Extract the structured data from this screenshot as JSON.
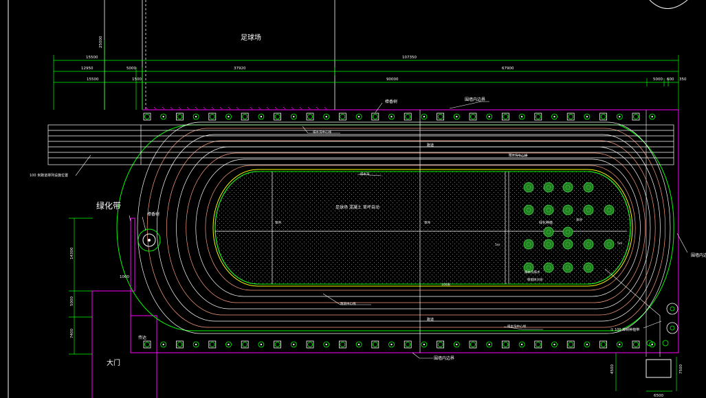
{
  "labels": {
    "football_field": "足球场",
    "greenbelt": "绿化带",
    "main_gate": "大门",
    "pine_tree": "樟香树",
    "wall_top": "围墙内边界",
    "wall_bottom": "围墙内边界",
    "wall_right": "围墙内边",
    "track_top": "跑道",
    "track_bottom": "跑道",
    "field_center": "足球场 混凝土 草坪自动",
    "planting": "绿化种植",
    "big_tree": "保留树大树",
    "straight_track": "100 米跑道排列设施位置",
    "guard": "传达",
    "tree_count": "① 100 樟树种植带",
    "small_label_1": "排水沟中心线",
    "small_label_2": "跑道中心线",
    "small_label_3": "排水沟",
    "small_label_4": "排水沟中心线",
    "small_label_5": "排水沟中心线",
    "small_label_6": "草坪",
    "small_label_7": "草坪",
    "small_label_8": "草坪",
    "small_label_9": "100米",
    "small_label_10": "排水沟排水",
    "small_label_11": "5m",
    "small_label_12": "5m"
  },
  "dimensions": {
    "top_total": "107350",
    "d_left": "15500",
    "d_12950": "12950",
    "d_5000a": "5000",
    "d_37920": "37920",
    "d_67900": "67900",
    "d_15500b": "15500",
    "d_1500": "1500",
    "d_90000": "90000",
    "d_5000b": "5000",
    "d_600": "600",
    "d_350": "350",
    "d_25000": "25000",
    "d_1000": "1000",
    "d_14300": "14300",
    "d_5000c": "5000",
    "d_7400": "7400",
    "d_4500": "4500",
    "d_6500": "6500",
    "d_7500": "7500"
  },
  "colors": {
    "background": "#000000",
    "cad_green": "#00ff00",
    "cad_white": "#ffffff",
    "cad_magenta": "#ff00ff",
    "cad_yellow": "#ffff00",
    "cad_salmon": "#ff9f7f",
    "tree_green": "#3fbf3f"
  }
}
